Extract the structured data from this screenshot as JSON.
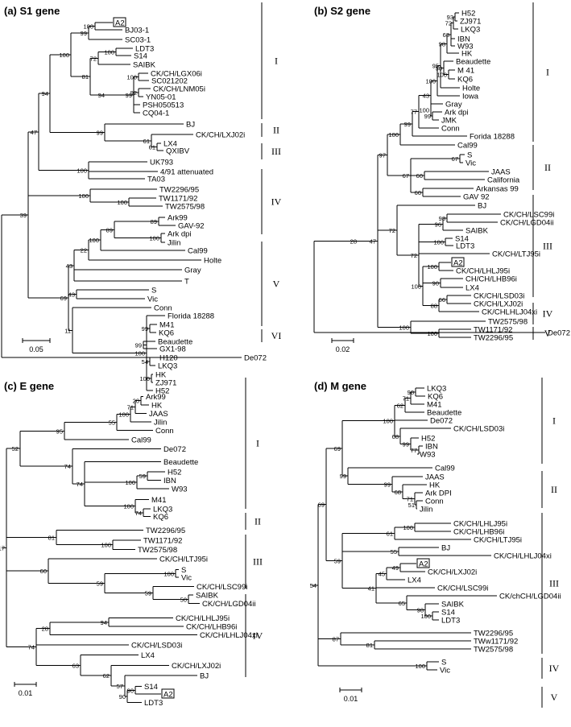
{
  "panels": [
    {
      "id": "a",
      "title": "(a) S1 gene",
      "scale": "0.05",
      "leaves": [
        "A2",
        "BJ03-1",
        "SC03-1",
        "LDT3",
        "S14",
        "SAIBK",
        "CK/CH/LGX06i",
        "SC021202",
        "CK/CH/LNM05i",
        "YN05-01",
        "PSH050513",
        "CQ04-1",
        "BJ",
        "CK/CH/LXJ02i",
        "LX4",
        "QXIBV",
        "UK793",
        "4/91 attenuated",
        "TA03",
        "TW2296/95",
        "TW1171/92",
        "TW2575/98",
        "Ark99",
        "GAV-92",
        "Ark dpi",
        "Jilin",
        "Cal99",
        "Holte",
        "Gray",
        "T",
        "S",
        "Vic",
        "Conn",
        "Florida 18288",
        "M41",
        "KQ6",
        "Beaudette",
        "GX1-98",
        "H120",
        "LKQ3",
        "HK",
        "ZJ971",
        "H52",
        "De072"
      ],
      "boots": [
        "100",
        "99",
        "81",
        "100",
        "72",
        "99",
        "100",
        "92",
        "72",
        "41",
        "39",
        "94",
        "99",
        "61",
        "47",
        "25",
        "100",
        "100",
        "100",
        "89",
        "100",
        "69",
        "43",
        "22",
        "17",
        "43",
        "11",
        "100",
        "99",
        "99",
        "54",
        "100",
        "53",
        "92"
      ],
      "clades": [
        "I",
        "II",
        "III",
        "IV",
        "V",
        "VI"
      ]
    },
    {
      "id": "b",
      "title": "(b) S2 gene",
      "scale": "0.02",
      "leaves": [
        "H52",
        "ZJ971",
        "LKQ3",
        "IBN",
        "W93",
        "HK",
        "Beaudette",
        "M 41",
        "KQ6",
        "Holte",
        "Iowa",
        "Gray",
        "Ark dpi",
        "JMK",
        "Conn",
        "Forida 18288",
        "Cal99",
        "S",
        "Vic",
        "JAAS",
        "California",
        "Arkansas 99",
        "GAV 92",
        "BJ",
        "CK/CH/LSC99i",
        "CK/CH/LGD04ii",
        "SAIBK",
        "S14",
        "LDT3",
        "CK/CH/LTJ95i",
        "A2",
        "CK/CH/LHLJ95i",
        "CH/CH/LHB96i",
        "LX4",
        "CK/CH/LSD03i",
        "CK/CH/LXJ02i",
        "CK/CHLHLJ04xi",
        "TW2575/98",
        "TW1171/92",
        "TW2296/95",
        "De072"
      ],
      "boots": [
        "73",
        "93",
        "72",
        "68",
        "100",
        "98",
        "50",
        "100",
        "100",
        "95",
        "100",
        "43",
        "77",
        "100",
        "99",
        "99",
        "100",
        "97",
        "67",
        "60",
        "100",
        "98",
        "96",
        "100",
        "72",
        "100",
        "100",
        "90",
        "88",
        "66",
        "100",
        "100",
        "99",
        "28",
        "47"
      ],
      "clades": [
        "I",
        "II",
        "III",
        "IV",
        "V"
      ]
    },
    {
      "id": "c",
      "title": "(c) E gene",
      "scale": "0.01",
      "leaves": [
        "Ark99",
        "HK",
        "JAAS",
        "Jilin",
        "Conn",
        "Cal99",
        "De072",
        "Beaudette",
        "H52",
        "IBN",
        "W93",
        "M41",
        "LKQ3",
        "KQ6",
        "TW2296/95",
        "TW1171/92",
        "TW2575/98",
        "CK/CH/LTJ95i",
        "S",
        "Vic",
        "CK/CH/LSC99i",
        "SAIBK",
        "CK/CH/LGD04ii",
        "CK/CH/LHLJ95i",
        "CK/CH/LHB96i",
        "CK/CH/LHLJ04xi",
        "CK/CH/LSD03i",
        "LX4",
        "CK/CH/LXJ02i",
        "BJ",
        "S14",
        "A2",
        "LDT3"
      ],
      "boots": [
        "26",
        "20",
        "71",
        "100",
        "55",
        "95",
        "52",
        "59",
        "100",
        "100",
        "47",
        "100",
        "74",
        "17",
        "81",
        "100",
        "100",
        "60",
        "59",
        "100",
        "50",
        "94",
        "28",
        "74",
        "63",
        "62",
        "57",
        "90",
        "56"
      ],
      "clades": [
        "I",
        "II",
        "III",
        "IV"
      ]
    },
    {
      "id": "d",
      "title": "(d) M gene",
      "scale": "0.01",
      "leaves": [
        "LKQ3",
        "KQ6",
        "M41",
        "Beaudette",
        "De072",
        "CK/CH/LSD03i",
        "H52",
        "IBN",
        "W93",
        "Cal99",
        "JAAS",
        "HK",
        "Ark DPI",
        "Conn",
        "Jilin",
        "CK/CH/LHLJ95i",
        "CK/CH/LHB96i",
        "CK/CH/LTJ95i",
        "BJ",
        "CK/CH/LHLJ04xi",
        "A2",
        "CK/CH/LXJ02i",
        "LX4",
        "CK/CH/LSC99i",
        "CK/chCH/LGD04ii",
        "SAIBK",
        "S14",
        "LDT3",
        "TW2296/95",
        "TWw1171/92",
        "TW2575/98",
        "S",
        "Vic"
      ],
      "boots": [
        "66",
        "98",
        "71",
        "62",
        "100",
        "68",
        "99",
        "77",
        "69",
        "99",
        "99",
        "68",
        "71",
        "51",
        "100",
        "64",
        "61",
        "55",
        "49",
        "45",
        "59",
        "41",
        "54",
        "65",
        "98",
        "100",
        "87",
        "81",
        "100"
      ],
      "clades": [
        "I",
        "II",
        "III",
        "IV",
        "V"
      ]
    }
  ]
}
